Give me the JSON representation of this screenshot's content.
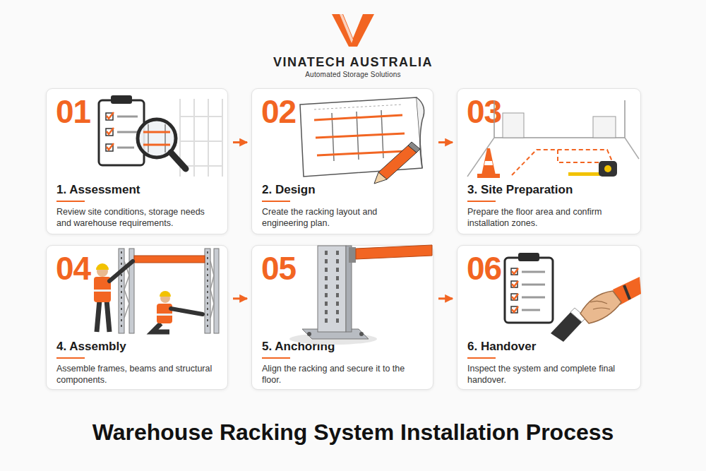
{
  "diagram": {
    "title": "Warehouse Racking System Installation Process",
    "nodes": [
      {
        "text": [
          "01",
          "1. Assessment",
          "Review site conditions, storage needs and warehouse requirements."
        ]
      },
      {
        "text": [
          "02",
          "2. Design",
          "Create the racking layout and engineering plan."
        ]
      },
      {
        "text": [
          "03",
          "3. Site Preparation",
          "Prepare the floor area and confirm installation zones."
        ]
      },
      {
        "text": [
          "04",
          "4. Assembly",
          "Assemble frames, beams and structural components."
        ]
      },
      {
        "text": [
          "05",
          "5. Anchoring",
          "Align the racking and secure it to the floor."
        ]
      },
      {
        "text": [
          "06",
          "6. Handover",
          "Inspect the system and complete final handover."
        ]
      }
    ],
    "edges": [
      {
        "from": 0,
        "to": 1,
        "arrow": "to"
      },
      {
        "from": 1,
        "to": 2,
        "arrow": "to"
      },
      {
        "from": 3,
        "to": 4,
        "arrow": "to"
      },
      {
        "from": 4,
        "to": 5,
        "arrow": "to"
      }
    ],
    "labels": [
      "VINATECH AUSTRALIA",
      "Automated Storage Solutions"
    ]
  }
}
